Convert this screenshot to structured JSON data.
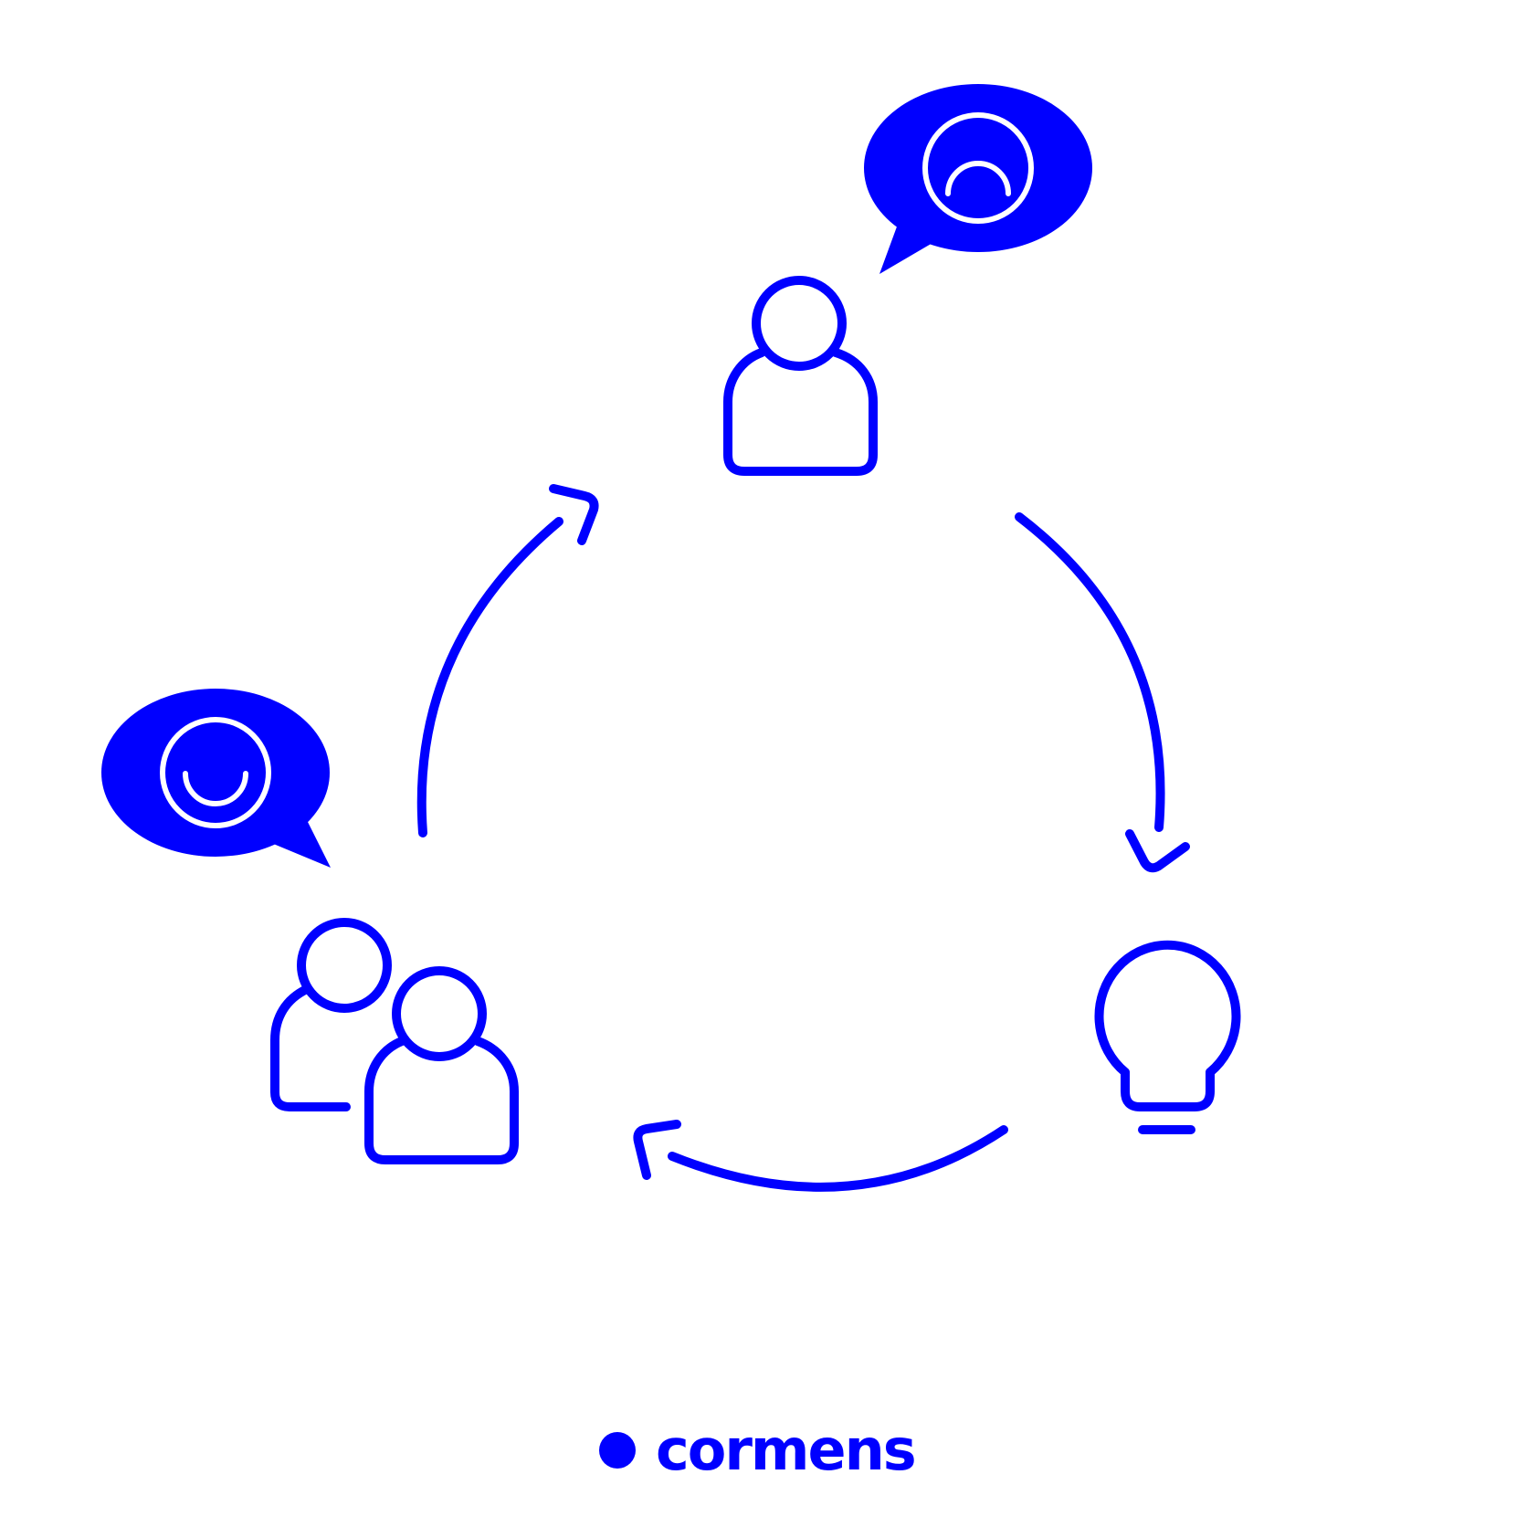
{
  "colors": {
    "accent": "#0000ff",
    "background": "#ffffff"
  },
  "diagram": {
    "type": "cycle",
    "nodes": [
      {
        "id": "person-with-sad-feedback",
        "icon": "person-icon",
        "bubble": "sad-face-speech-bubble-icon"
      },
      {
        "id": "idea",
        "icon": "lightbulb-icon"
      },
      {
        "id": "group-with-happy-feedback",
        "icon": "two-people-icon",
        "bubble": "happy-face-speech-bubble-icon"
      }
    ],
    "edges": [
      {
        "from": "person-with-sad-feedback",
        "to": "idea"
      },
      {
        "from": "idea",
        "to": "group-with-happy-feedback"
      },
      {
        "from": "group-with-happy-feedback",
        "to": "person-with-sad-feedback"
      }
    ]
  },
  "brand": {
    "name": "cormens"
  }
}
